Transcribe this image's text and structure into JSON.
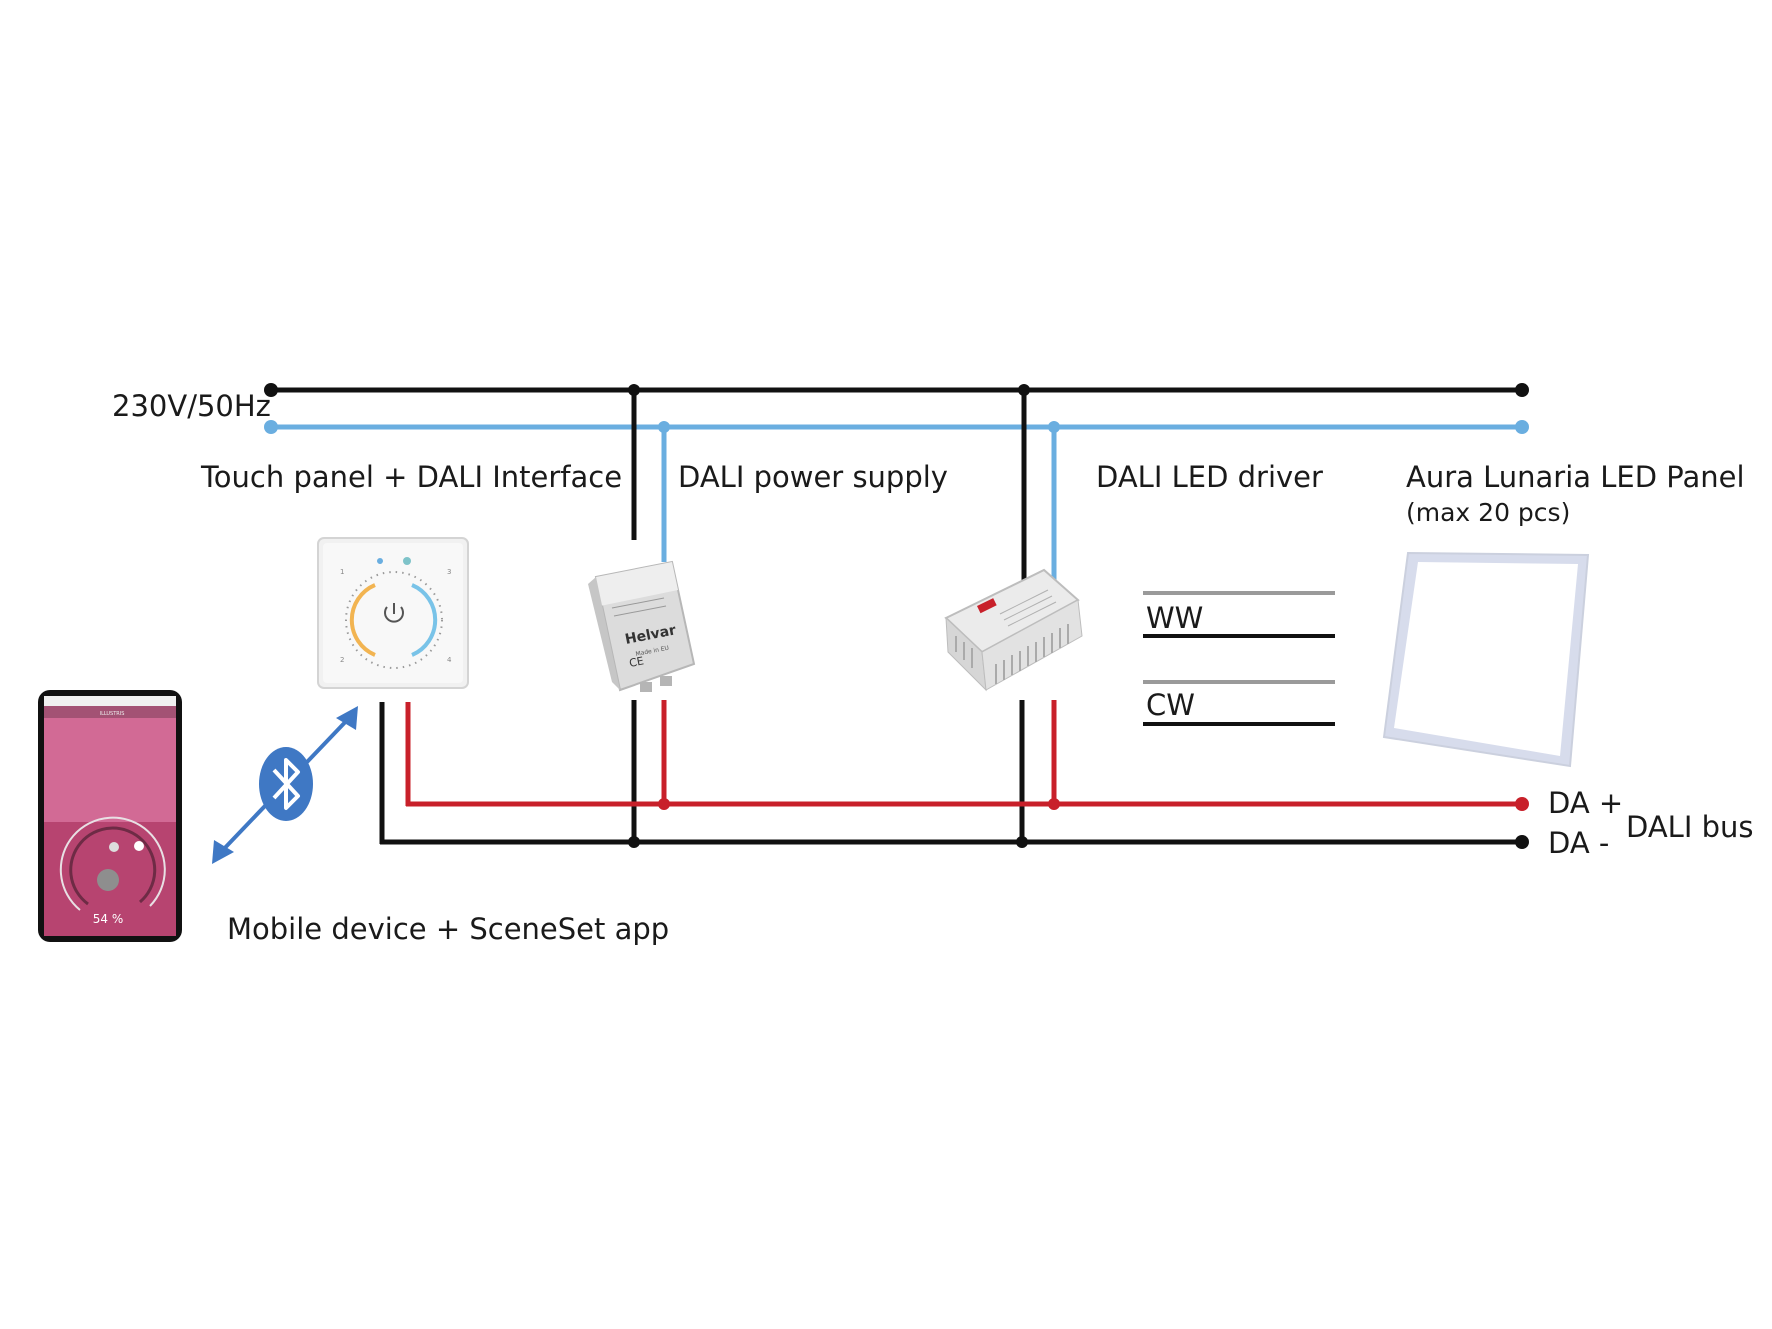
{
  "labels": {
    "mains": "230V/50Hz",
    "touch_panel": "Touch panel + DALI Interface",
    "dali_power_supply": "DALI power supply",
    "dali_led_driver": "DALI LED driver",
    "led_panel": "Aura Lunaria LED Panel",
    "led_panel_note": "(max 20 pcs)",
    "ww": "WW",
    "cw": "CW",
    "da_plus": "DA +",
    "da_minus": "DA -",
    "dali_bus": "DALI bus",
    "mobile": "Mobile device + SceneSet app"
  },
  "devices": {
    "touch_panel_numbers": [
      "1",
      "2",
      "3",
      "4"
    ],
    "psu_brand": "Helvar",
    "psu_made": "Made in EU",
    "psu_ce": "CE",
    "phone_app_title": "ILLUSTRIS",
    "phone_percentage": "54 %"
  },
  "colors": {
    "live": "#111111",
    "neutral": "#6aaee0",
    "da_plus": "#c8202a",
    "da_minus": "#111111",
    "bluetooth": "#3f78c4",
    "phone_screen": "#c04a78"
  },
  "icons": [
    "bluetooth-icon",
    "power-icon"
  ]
}
